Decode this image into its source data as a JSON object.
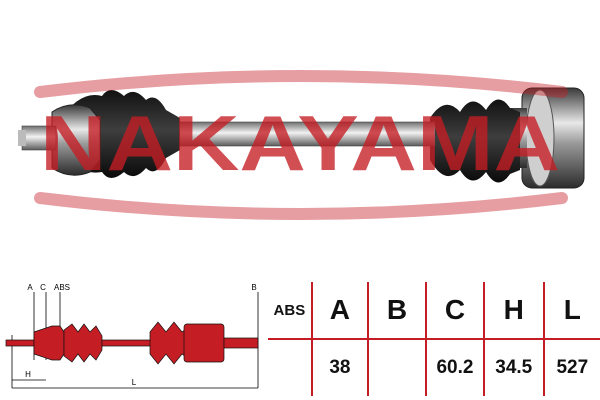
{
  "brand": {
    "name": "NAKAYAMA",
    "color": "#c51d24"
  },
  "diagram": {
    "labels": {
      "a": "A",
      "c": "C",
      "abs": "ABS",
      "b": "B",
      "h": "H",
      "l": "L"
    }
  },
  "spec_table": {
    "headers": [
      "ABS",
      "A",
      "B",
      "C",
      "H",
      "L"
    ],
    "values": [
      "",
      "38",
      "",
      "60.2",
      "34.5",
      "527"
    ]
  }
}
